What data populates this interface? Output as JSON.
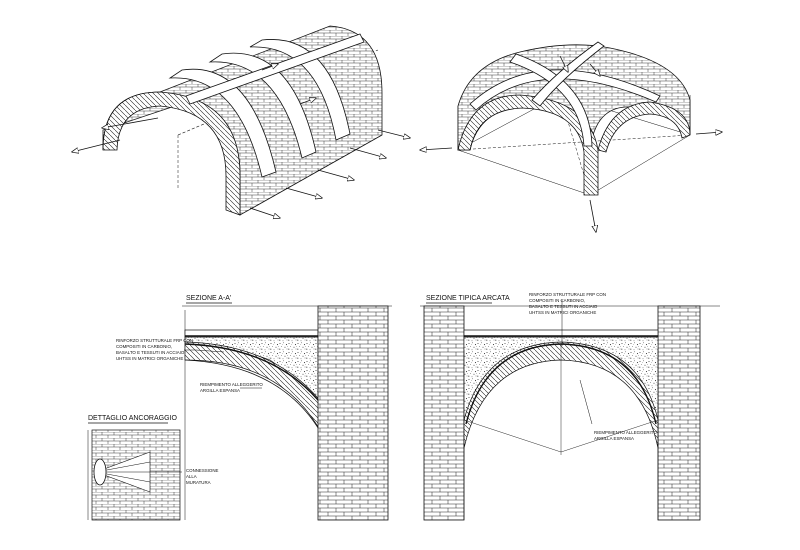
{
  "section_aa": {
    "title": "SEZIONE A-A'",
    "reinforcement_note": [
      "RINFORZO STRUTTURALE FRP CON",
      "COMPOSITI IN CARBONIO,",
      "BASALTO E TESSUTI IN ACCIAIO",
      "UHTSS IN MATRICI ORGANICHE"
    ],
    "fill_note": [
      "RIEMPIMENTO ALLEGGERITO",
      "ARGILLA ESPANSA"
    ]
  },
  "section_arch": {
    "title": "SEZIONE TIPICA ARCATA",
    "reinforcement_note": [
      "RINFORZO STRUTTURALE FRP CON",
      "COMPOSITI IN CARBONIO,",
      "BASALTO E TESSUTI IN ACCIAIO",
      "UHTSS IN MATRICI ORGANICHE"
    ],
    "fill_note": [
      "RIEMPIMENTO ALLEGGERITO",
      "ARGILLA ESPANSA"
    ]
  },
  "anchor_detail": {
    "title": "DETTAGLIO ANCORAGGIO",
    "connection_note": [
      "CONNESSIONE",
      "ALLA",
      "MURATURA"
    ]
  },
  "colors": {
    "ink": "#111111",
    "paper": "#ffffff"
  }
}
